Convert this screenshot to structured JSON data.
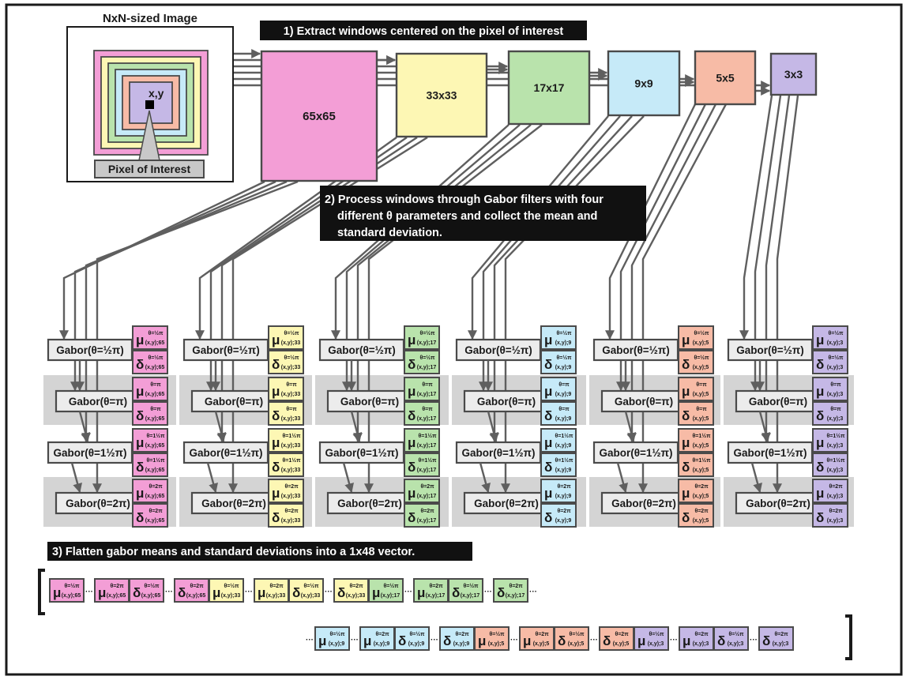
{
  "image_label": "NxN-sized Image",
  "pixel_coord": "x,y",
  "pixel_label": "Pixel of Interest",
  "step1": "1) Extract windows centered on the pixel of interest",
  "step2_lines": [
    "2) Process windows through Gabor filters with four",
    "different θ parameters and collect the mean and",
    "standard deviation."
  ],
  "step3": "3) Flatten gabor means and standard deviations into a 1x48 vector.",
  "theta_labels": [
    "½π",
    "π",
    "1½π",
    "2π"
  ],
  "gabor_labels": [
    "Gabor(θ=½π)",
    "Gabor(θ=π)",
    "Gabor(θ=1½π)",
    "Gabor(θ=2π)"
  ],
  "mu_symbol": "μ",
  "sigma_symbol": "δ",
  "subscript_prefix": "(x,y);",
  "ellipsis": "···",
  "windows": [
    {
      "label": "65x65",
      "size": "65",
      "color": "#f39ed6"
    },
    {
      "label": "33x33",
      "size": "33",
      "color": "#fdf7b4"
    },
    {
      "label": "17x17",
      "size": "17",
      "color": "#b9e3ac"
    },
    {
      "label": "9x9",
      "size": "9",
      "color": "#c6eaf8"
    },
    {
      "label": "5x5",
      "size": "5",
      "color": "#f7bba6"
    },
    {
      "label": "3x3",
      "size": "3",
      "color": "#c5b8e6"
    }
  ],
  "colors": {
    "text_dark": "#1a1a1a",
    "stroke": "#4a4a4a",
    "arrow": "#5f5f5f",
    "band": "#d4d4d4",
    "gabor_box": "#ececec",
    "black_box": "#111111"
  },
  "vector_row1": [
    {
      "sym": "μ",
      "th": "½π",
      "sz": "65",
      "c": 0
    },
    {
      "sym": "···"
    },
    {
      "sym": "μ",
      "th": "2π",
      "sz": "65",
      "c": 0
    },
    {
      "sym": "δ",
      "th": "½π",
      "sz": "65",
      "c": 0
    },
    {
      "sym": "···"
    },
    {
      "sym": "δ",
      "th": "2π",
      "sz": "65",
      "c": 0
    },
    {
      "sym": "μ",
      "th": "½π",
      "sz": "33",
      "c": 1
    },
    {
      "sym": "···"
    },
    {
      "sym": "μ",
      "th": "2π",
      "sz": "33",
      "c": 1
    },
    {
      "sym": "δ",
      "th": "½π",
      "sz": "33",
      "c": 1
    },
    {
      "sym": "···"
    },
    {
      "sym": "δ",
      "th": "2π",
      "sz": "33",
      "c": 1
    },
    {
      "sym": "μ",
      "th": "½π",
      "sz": "17",
      "c": 2
    },
    {
      "sym": "···"
    },
    {
      "sym": "μ",
      "th": "2π",
      "sz": "17",
      "c": 2
    },
    {
      "sym": "δ",
      "th": "½π",
      "sz": "17",
      "c": 2
    },
    {
      "sym": "···"
    },
    {
      "sym": "δ",
      "th": "2π",
      "sz": "17",
      "c": 2
    },
    {
      "sym": "···"
    }
  ],
  "vector_row2": [
    {
      "sym": "···"
    },
    {
      "sym": "μ",
      "th": "½π",
      "sz": "9",
      "c": 3
    },
    {
      "sym": "···"
    },
    {
      "sym": "μ",
      "th": "2π",
      "sz": "9",
      "c": 3
    },
    {
      "sym": "δ",
      "th": "½π",
      "sz": "9",
      "c": 3
    },
    {
      "sym": "···"
    },
    {
      "sym": "δ",
      "th": "2π",
      "sz": "9",
      "c": 3
    },
    {
      "sym": "μ",
      "th": "½π",
      "sz": "5",
      "c": 4
    },
    {
      "sym": "···"
    },
    {
      "sym": "μ",
      "th": "2π",
      "sz": "5",
      "c": 4
    },
    {
      "sym": "δ",
      "th": "½π",
      "sz": "5",
      "c": 4
    },
    {
      "sym": "···"
    },
    {
      "sym": "δ",
      "th": "2π",
      "sz": "5",
      "c": 4
    },
    {
      "sym": "μ",
      "th": "½π",
      "sz": "3",
      "c": 5
    },
    {
      "sym": "···"
    },
    {
      "sym": "μ",
      "th": "2π",
      "sz": "3",
      "c": 5
    },
    {
      "sym": "δ",
      "th": "½π",
      "sz": "3",
      "c": 5
    },
    {
      "sym": "···"
    },
    {
      "sym": "δ",
      "th": "2π",
      "sz": "3",
      "c": 5
    }
  ]
}
